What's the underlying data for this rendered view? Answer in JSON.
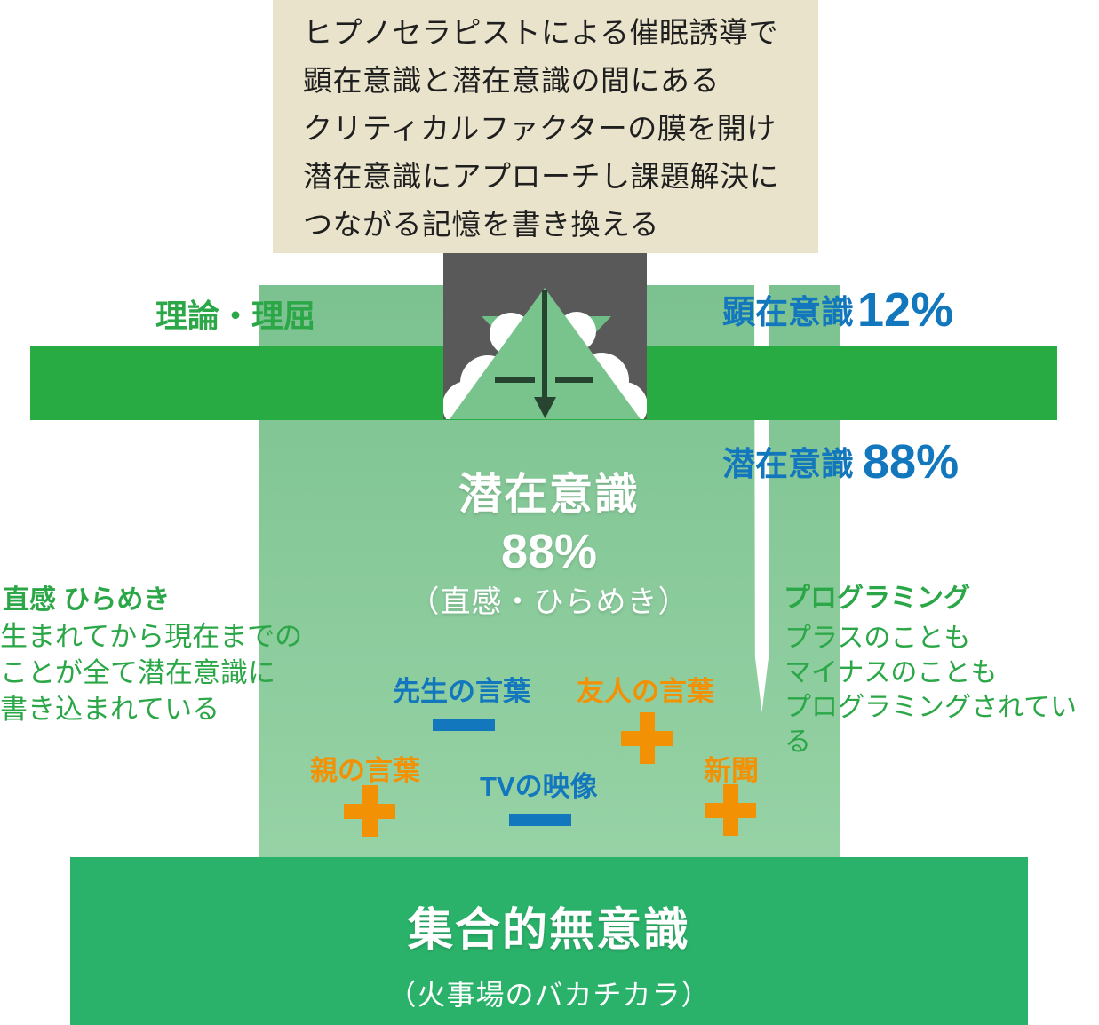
{
  "note": {
    "lines": [
      "ヒプノセラピストによる催眠誘導で",
      "顕在意識と潜在意識の間にある",
      "クリティカルファクターの膜を開け",
      "潜在意識にアプローチし課題解決に",
      "つながる記憶を書き換える"
    ]
  },
  "labels": {
    "logic": "理論・理屈",
    "conscious": {
      "name": "顕在意識",
      "pct": "12%"
    },
    "subconscious": {
      "name": "潜在意識",
      "pct": "88%"
    }
  },
  "subconscious_center": {
    "title": "潜在意識",
    "pct": "88%",
    "subtitle": "（直感・ひらめき）"
  },
  "left_note": {
    "title": "直感 ひらめき",
    "lines": [
      "生まれてから現在までの",
      "ことが全て潜在意識に",
      "書き込まれている"
    ]
  },
  "right_note": {
    "title": "プログラミング",
    "lines": [
      "プラスのことも",
      "マイナスのことも",
      "プログラミングされている"
    ]
  },
  "influences": [
    {
      "label": "先生の言葉",
      "sign": "minus",
      "color": "blue"
    },
    {
      "label": "友人の言葉",
      "sign": "plus",
      "color": "orange"
    },
    {
      "label": "親の言葉",
      "sign": "plus",
      "color": "orange"
    },
    {
      "label": "TVの映像",
      "sign": "minus",
      "color": "blue"
    },
    {
      "label": "新聞",
      "sign": "plus",
      "color": "orange"
    }
  ],
  "collective": {
    "title": "集合的無意識",
    "subtitle": "（火事場のバカチカラ）"
  },
  "colors": {
    "beige_note": "#eae3cc",
    "light_green_top": "#7cc290",
    "light_green_bottom": "#96d2a5",
    "bar_green": "#29ab43",
    "collective_green": "#2ab26a",
    "gray_box": "#595959",
    "text_green": "#2ba747",
    "text_blue": "#1377bd",
    "sign_orange": "#f39104",
    "arrow_dark": "#26442f",
    "white": "#ffffff"
  }
}
